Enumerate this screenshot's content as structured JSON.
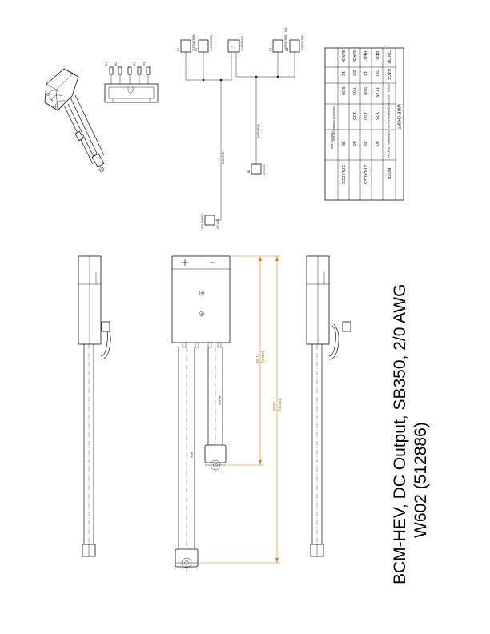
{
  "title": {
    "line1": "BCM-HEV, DC Output, SB350, 2/0 AWG",
    "line2": "W602 (512886)"
  },
  "schematic": {
    "top_connectors": [
      {
        "ref": "E1",
        "desc": "1/4\" FASTON"
      },
      {
        "ref": "E2",
        "desc": "1/4\" FASTON"
      },
      {
        "ref": "+ -",
        "desc": "ANDERSON"
      },
      {
        "ref": "E3",
        "desc": "1/4\" FASTON"
      },
      {
        "ref": "E4",
        "desc": "1/4\" FASTON"
      }
    ],
    "wire_labels": {
      "positive": "POSITIVE",
      "negative": "NEGATIVE"
    },
    "lugs": [
      {
        "ref": "SOLENOID+",
        "desc": "2/0 LUG"
      },
      {
        "ref": "B1",
        "desc": "2/0 LUG"
      }
    ],
    "on_note": "ON"
  },
  "wire_chart": {
    "title": "WIRE CHART",
    "headers": [
      "COLOR",
      "GAGE",
      "TOTAL LENGTH",
      "STRIPPED LENGTH 1",
      "STRIPPED LENGTH 2",
      "NOTE"
    ],
    "rows": [
      [
        "RED",
        "2/0",
        "12.45",
        "1.25",
        ".80",
        ""
      ],
      [
        "RED",
        "18",
        "5.00",
        "1.50",
        ".35",
        "2 PLACES"
      ],
      [
        "BLACK",
        "2/0",
        "7.63",
        "1.25",
        ".80",
        ""
      ],
      [
        "BLACK",
        "18",
        "5.00",
        "ANDERSON CONNECTOR END",
        ".35",
        "2 PLACES"
      ]
    ],
    "extra_row_note": "TERMINAL END"
  },
  "mech": {
    "wire_red": "RED",
    "wire_black": "BLACK",
    "dims": [
      {
        "value": "11.25",
        "metric": "[285.8]"
      },
      {
        "value": "15.00",
        "metric": "[381.0]"
      }
    ]
  }
}
